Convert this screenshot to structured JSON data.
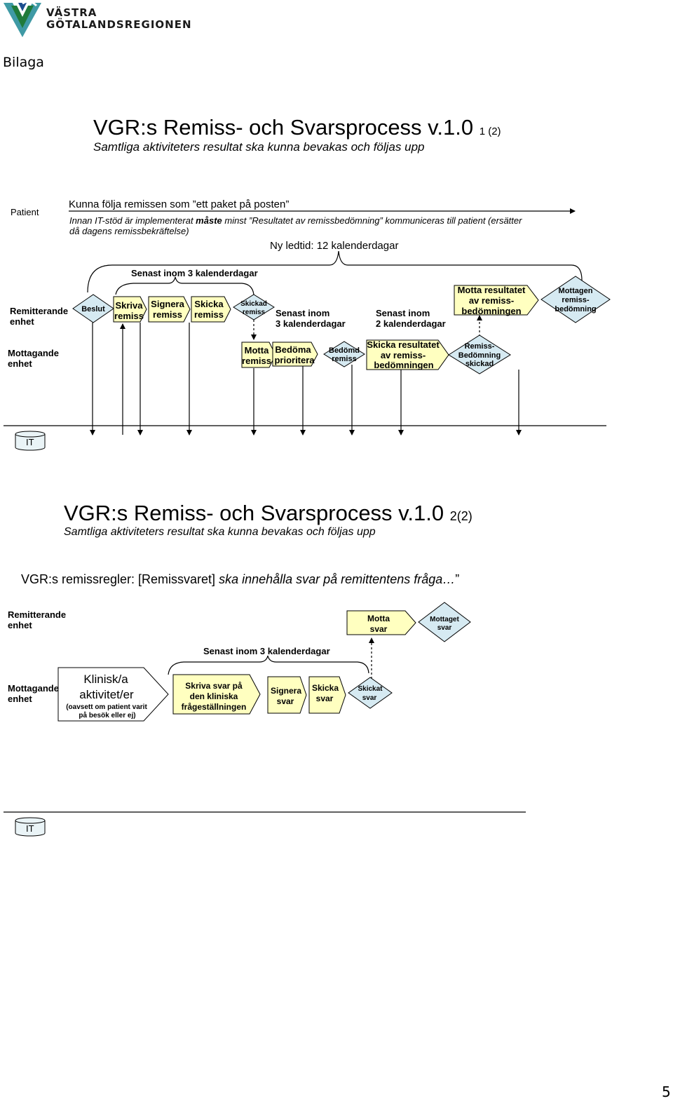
{
  "logo": {
    "line1": "VÄSTRA",
    "line2": "GÖTALANDSREGIONEN"
  },
  "bilaga": "Bilaga",
  "page_number": "5",
  "slide1": {
    "title": "VGR:s Remiss- och Svarsprocess v.1.0",
    "page": "1 (2)",
    "subtitle": "Samtliga aktiviteters resultat ska kunna bevakas och följas upp",
    "lane_patient": "Patient",
    "patient_arrow": "Kunna följa remissen som ”ett paket på posten”",
    "note_pre": "Innan IT-stöd är implementerat ",
    "note_bold": "måste",
    "note_post": " minst ”Resultatet av remissbedömning” kommuniceras till patient (ersätter",
    "note_line2": "då dagens remissbekräftelse)",
    "ledtid": "Ny ledtid: 12 kalenderdagar",
    "senast3_top": "Senast inom 3 kalenderdagar",
    "lane_remitterande_1": "Remitterande",
    "lane_remitterande_2": "enhet",
    "lane_mottagande_1": "Mottagande",
    "lane_mottagande_2": "enhet",
    "beslut": "Beslut",
    "skriva": [
      "Skriva",
      "remiss"
    ],
    "signera": [
      "Signera",
      "remiss"
    ],
    "skicka": [
      "Skicka",
      "remiss"
    ],
    "skickad": [
      "Skickad",
      "remiss"
    ],
    "senast_a": [
      "Senast inom",
      "3 kalenderdagar"
    ],
    "senast_b": [
      "Senast inom",
      "2 kalenderdagar"
    ],
    "motta_resultat": [
      "Motta resultatet",
      "av remiss-",
      "bedömningen"
    ],
    "mottagen": [
      "Mottagen",
      "remiss-",
      "bedömning"
    ],
    "motta_remiss": [
      "Motta",
      "remiss"
    ],
    "bedoma": [
      "Bedöma",
      "prioritera"
    ],
    "bedomd": [
      "Bedömd",
      "remiss"
    ],
    "skicka_resultat": [
      "Skicka resultatet",
      "av remiss-",
      "bedömningen"
    ],
    "remiss_skickad": [
      "Remiss-",
      "Bedömning",
      "skickad"
    ],
    "it": "IT"
  },
  "slide2": {
    "title": "VGR:s Remiss- och Svarsprocess v.1.0",
    "page": "2(2)",
    "subtitle": "Samtliga aktiviteters resultat ska kunna bevakas och följas upp",
    "rules_pre": "VGR:s remissregler: [Remissvaret] ",
    "rules_italic": "ska innehålla svar på remittentens fråga…",
    "rules_post": "”",
    "lane_remitterande_1": "Remitterande",
    "lane_remitterande_2": "enhet",
    "motta_svar": [
      "Motta",
      "svar"
    ],
    "mottaget_svar": [
      "Mottaget",
      "svar"
    ],
    "senast3": "Senast inom 3 kalenderdagar",
    "lane_mottagande_1": "Mottagande",
    "lane_mottagande_2": "enhet",
    "klinisk_1": "Klinisk/a",
    "klinisk_2": "aktivitet/er",
    "klinisk_3": "(oavsett om patient varit",
    "klinisk_4": "på besök eller ej)",
    "skriva_svar": [
      "Skriva  svar på",
      "den kliniska",
      "frågeställningen"
    ],
    "signera_svar": [
      "Signera",
      "svar"
    ],
    "skicka_svar": [
      "Skicka",
      "svar"
    ],
    "skickat_svar": [
      "Skickat",
      "svar"
    ],
    "it": "IT"
  },
  "colors": {
    "yellow": "#ffffc0",
    "diamond": "#d6eaf2",
    "line": "#000000",
    "logo_teal": "#3f9aa5",
    "logo_green": "#1f7a3a",
    "logo_blue": "#1d4f8f"
  }
}
